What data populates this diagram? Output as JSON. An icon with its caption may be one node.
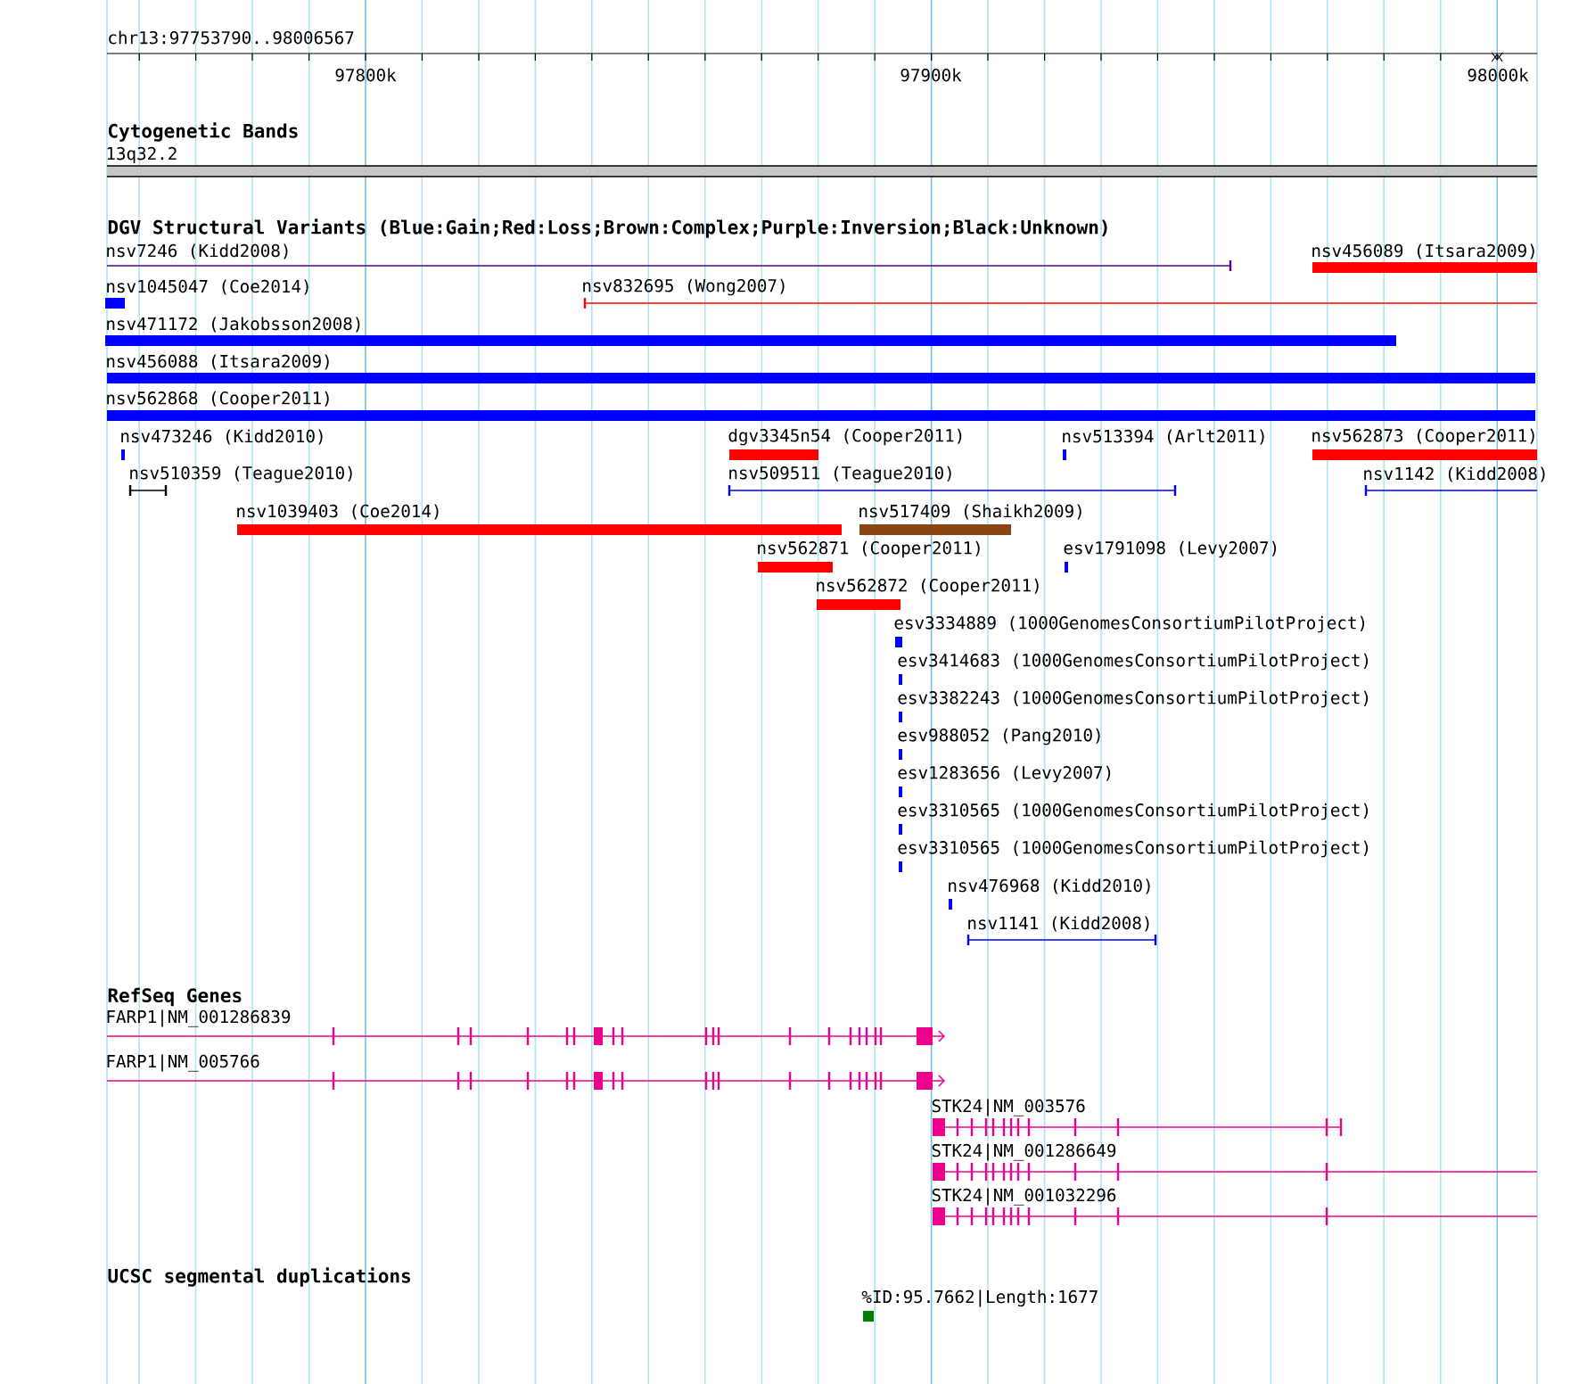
{
  "diagram": {
    "nodes": [
      {
        "text": [
          "13q32.2"
        ]
      },
      {
        "text": [
          "nsv7246 (Kidd2008)"
        ]
      },
      {
        "text": [
          "nsv456089 (Itsara2009)"
        ]
      },
      {
        "text": [
          "nsv1045047 (Coe2014)"
        ]
      },
      {
        "text": [
          "nsv832695 (Wong2007)"
        ]
      },
      {
        "text": [
          "nsv471172 (Jakobsson2008)"
        ]
      },
      {
        "text": [
          "nsv456088 (Itsara2009)"
        ]
      },
      {
        "text": [
          "nsv562868 (Cooper2011)"
        ]
      },
      {
        "text": [
          "nsv473246 (Kidd2010)"
        ]
      },
      {
        "text": [
          "dgv3345n54 (Cooper2011)"
        ]
      },
      {
        "text": [
          "nsv513394 (Arlt2011)"
        ]
      },
      {
        "text": [
          "nsv562873 (Cooper2011)"
        ]
      },
      {
        "text": [
          "nsv510359 (Teague2010)"
        ]
      },
      {
        "text": [
          "nsv509511 (Teague2010)"
        ]
      },
      {
        "text": [
          "nsv1142 (Kidd2008)"
        ]
      },
      {
        "text": [
          "nsv1039403 (Coe2014)"
        ]
      },
      {
        "text": [
          "nsv517409 (Shaikh2009)"
        ]
      },
      {
        "text": [
          "nsv562871 (Cooper2011)"
        ]
      },
      {
        "text": [
          "esv1791098 (Levy2007)"
        ]
      },
      {
        "text": [
          "nsv562872 (Cooper2011)"
        ]
      },
      {
        "text": [
          "esv3334889 (1000GenomesConsortiumPilotProject)"
        ]
      },
      {
        "text": [
          "esv3414683 (1000GenomesConsortiumPilotProject)"
        ]
      },
      {
        "text": [
          "esv3382243 (1000GenomesConsortiumPilotProject)"
        ]
      },
      {
        "text": [
          "esv988052 (Pang2010)"
        ]
      },
      {
        "text": [
          "esv1283656 (Levy2007)"
        ]
      },
      {
        "text": [
          "esv3310565 (1000GenomesConsortiumPilotProject)"
        ]
      },
      {
        "text": [
          "esv3310565 (1000GenomesConsortiumPilotProject)"
        ]
      },
      {
        "text": [
          "nsv476968 (Kidd2010)"
        ]
      },
      {
        "text": [
          "nsv1141 (Kidd2008)"
        ]
      },
      {
        "text": [
          "FARP1|NM_001286839"
        ]
      },
      {
        "text": [
          "FARP1|NM_005766"
        ]
      },
      {
        "text": [
          "STK24|NM_003576"
        ]
      },
      {
        "text": [
          "STK24|NM_001286649"
        ]
      },
      {
        "text": [
          "STK24|NM_001032296"
        ]
      },
      {
        "text": [
          "%ID:95.7662|Length:1677"
        ]
      }
    ],
    "labels": [
      "chr13:97753790..98006567",
      "97800k",
      "97900k",
      "98000k",
      "Cytogenetic Bands",
      "DGV Structural Variants (Blue:Gain;Red:Loss;Brown:Complex;Purple:Inversion;Black:Unknown)",
      "RefSeq Genes",
      "UCSC segmental duplications"
    ]
  }
}
